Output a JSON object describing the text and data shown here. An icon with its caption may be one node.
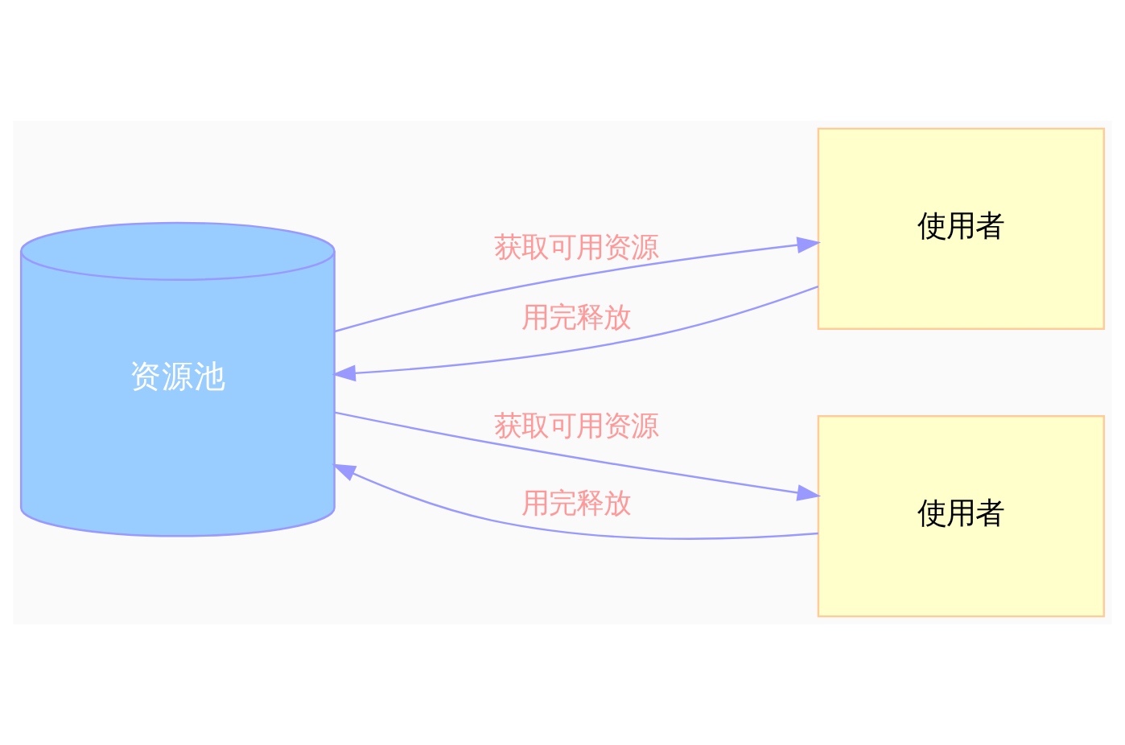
{
  "diagram": {
    "nodes": [
      {
        "text": [
          "资源池"
        ]
      },
      {
        "text": [
          "使用者"
        ]
      },
      {
        "text": [
          "使用者"
        ]
      }
    ],
    "edges": [
      {
        "from": 0,
        "to": 1,
        "arrow": "to",
        "label": "获取可用资源"
      },
      {
        "from": 1,
        "to": 0,
        "arrow": "to",
        "label": "用完释放"
      },
      {
        "from": 0,
        "to": 2,
        "arrow": "to",
        "label": "获取可用资源"
      },
      {
        "from": 2,
        "to": 0,
        "arrow": "to",
        "label": "用完释放"
      }
    ]
  }
}
